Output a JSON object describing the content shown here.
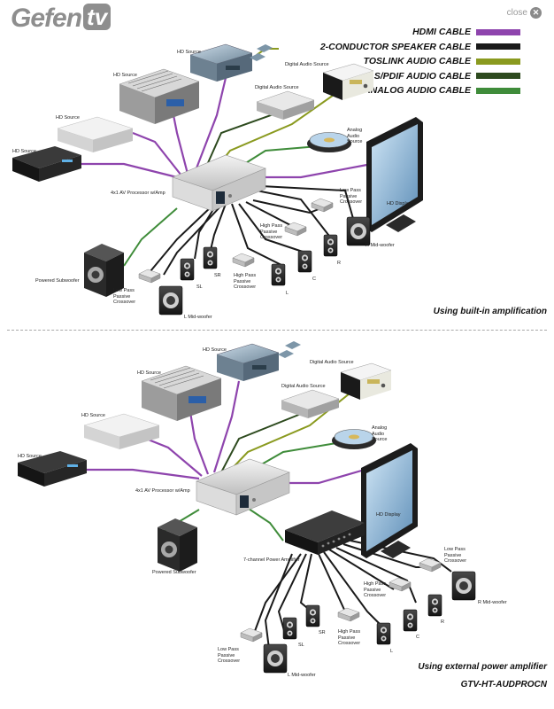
{
  "logo": {
    "brand": "Gefen",
    "suffix": "tv"
  },
  "close": {
    "label": "close",
    "icon": "close-icon"
  },
  "legend": [
    {
      "label": "HDMI CABLE",
      "color": "#8e44ad"
    },
    {
      "label": "2-CONDUCTOR SPEAKER CABLE",
      "color": "#1a1a1a"
    },
    {
      "label": "TOSLINK AUDIO CABLE",
      "color": "#8a9a1f"
    },
    {
      "label": "S/PDIF AUDIO CABLE",
      "color": "#2d4a1e"
    },
    {
      "label": "ANALOG AUDIO CABLE",
      "color": "#3f8c3a"
    }
  ],
  "top": {
    "hd_source_1": "HD Source",
    "hd_source_2": "HD Source",
    "hd_source_3": "HD Source",
    "hd_source_4": "HD Source",
    "digital_audio_1": "Digital Audio Source",
    "digital_audio_2": "Digital Audio Source",
    "analog_audio": "Analog Audio Source",
    "processor": "4x1 AV Processor w/Amp",
    "hd_display": "HD Display",
    "subwoofer": "Powered Subwoofer",
    "lp_left": "Low Pass Passive Crossover",
    "lp_right": "Low Pass Passive Crossover",
    "hp_left": "High Pass Passive Crossover",
    "hp_right": "High Pass Passive Crossover",
    "l_midwoofer": "L Mid-woofer",
    "r_midwoofer": "R Mid-woofer",
    "sl": "SL",
    "sr": "SR",
    "l": "L",
    "c": "C",
    "r": "R",
    "caption": "Using built-in amplification"
  },
  "bottom": {
    "hd_source_1": "HD Source",
    "hd_source_2": "HD Source",
    "hd_source_3": "HD Source",
    "hd_source_4": "HD Source",
    "digital_audio_1": "Digital Audio Source",
    "digital_audio_2": "Digital Audio Source",
    "analog_audio": "Analog Audio Source",
    "processor": "4x1 AV Processor w/Amp",
    "hd_display": "HD Display",
    "subwoofer": "Powered Subwoofer",
    "power_amp": "7-channel Power Amplifier",
    "lp_left": "Low Pass Passive Crossover",
    "lp_right": "Low Pass Passive Crossover",
    "hp_left": "High Pass Passive Crossover",
    "hp_right": "High Pass Passive Crossover",
    "l_midwoofer": "L Mid-woofer",
    "r_midwoofer": "R Mid-woofer",
    "sl": "SL",
    "sr": "SR",
    "l": "L",
    "c": "C",
    "r": "R",
    "caption_1": "Using external power amplifier",
    "caption_2": "GTV-HT-AUDPROCN"
  }
}
